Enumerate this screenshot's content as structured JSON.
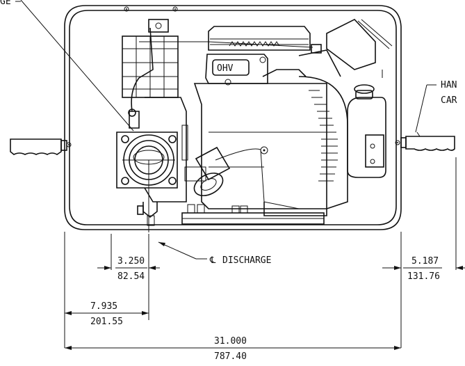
{
  "callouts": {
    "left_label": "GE",
    "right_label_line1": "HAN",
    "right_label_line2": "CAR",
    "discharge_label": "DISCHARGE",
    "centerline_symbol": "℄"
  },
  "dimensions": {
    "discharge_offset": {
      "inches": "3.250",
      "mm": "82.54"
    },
    "frame_to_discharge": {
      "inches": "7.935",
      "mm": "201.55"
    },
    "overall_width": {
      "inches": "31.000",
      "mm": "787.40"
    },
    "handle_extension": {
      "inches": "5.187",
      "mm": "131.76"
    }
  },
  "engine_badge": "OHV"
}
